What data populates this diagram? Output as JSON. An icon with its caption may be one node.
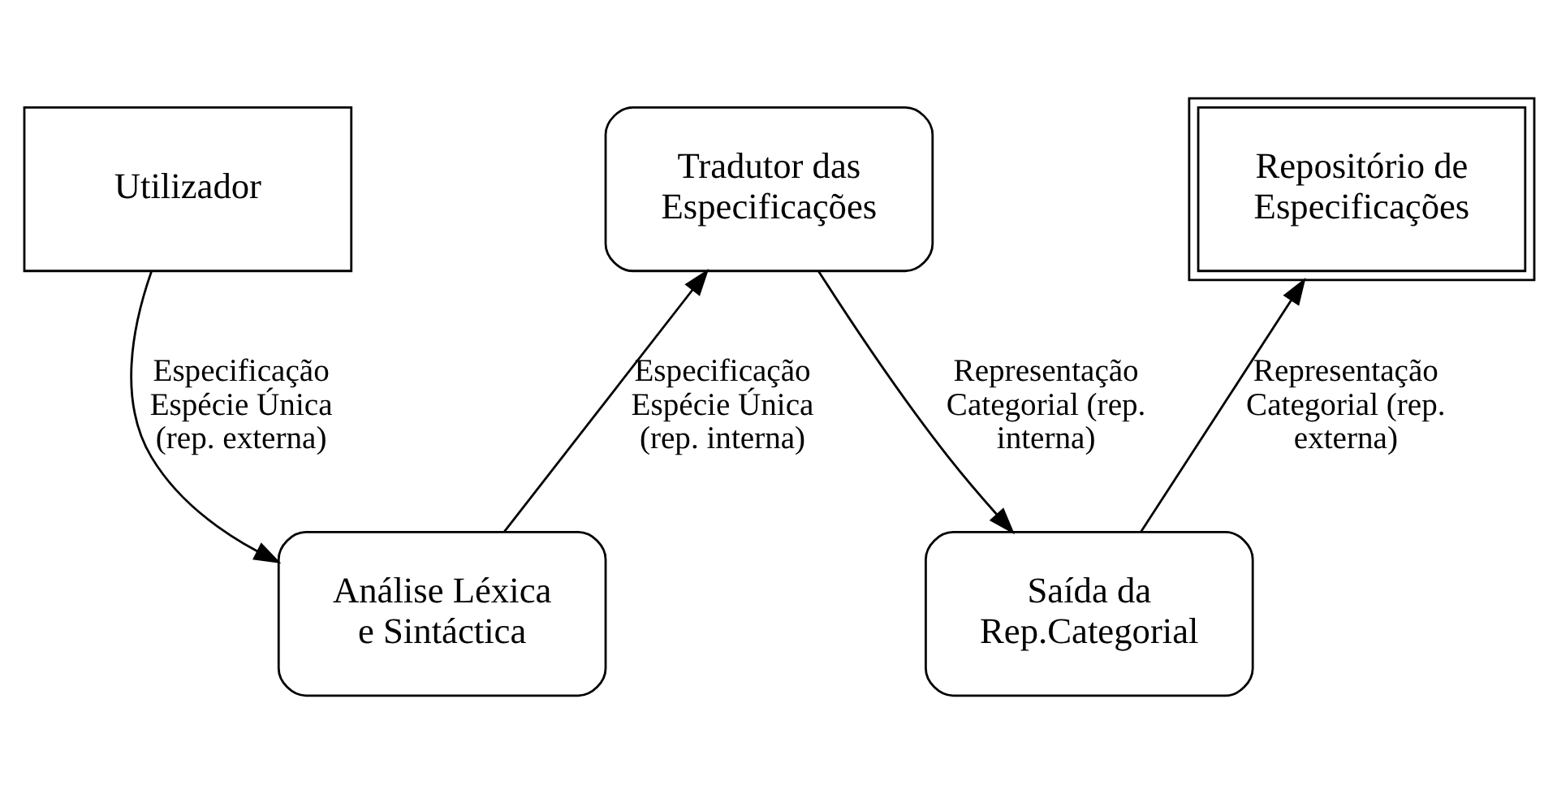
{
  "diagram": {
    "nodes": [
      {
        "text": [
          "Utilizador"
        ]
      },
      {
        "text": [
          "Repositório de Especificações"
        ]
      },
      {
        "text": [
          "Tradutor das Especificações"
        ]
      },
      {
        "text": [
          "Análise Léxica e Sintáctica"
        ]
      },
      {
        "text": [
          "Saída da Rep.Categorial"
        ]
      }
    ],
    "edges": [
      {
        "from": 0,
        "to": 3,
        "arrow": "to",
        "label": "Especificação Espécie Única (rep. externa)"
      },
      {
        "from": 3,
        "to": 2,
        "arrow": "to",
        "label": "Especificação Espécie Única (rep. interna)"
      },
      {
        "from": 2,
        "to": 4,
        "arrow": "to",
        "label": "Representação Categorial (rep. interna)"
      },
      {
        "from": 4,
        "to": 1,
        "arrow": "to",
        "label": "Representação Categorial (rep. externa)"
      }
    ]
  }
}
